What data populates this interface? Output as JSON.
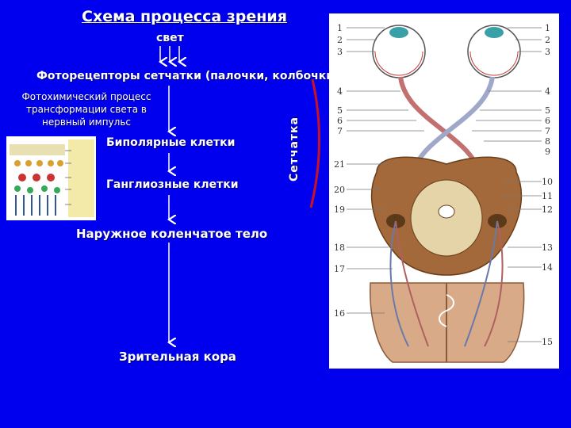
{
  "title": "Схема процесса зрения",
  "steps": {
    "light": "свет",
    "photoreceptors": "Фоторецепторы сетчатки (палочки, колбочки)",
    "photochemical": "Фотохимический процесс трансформации света в нервный импульс",
    "bipolar": "Биполярные клетки",
    "ganglion": "Ганглиозные клетки",
    "lgn": "Наружное коленчатое тело",
    "cortex": "Зрительная кора"
  },
  "retina_label": "Сетчатка",
  "anatomy_numbers": {
    "left": [
      "1",
      "2",
      "3",
      "4",
      "5",
      "6",
      "7",
      "21",
      "20",
      "19",
      "18",
      "17",
      "16"
    ],
    "right": [
      "1",
      "2",
      "3",
      "4",
      "5",
      "6",
      "7",
      "8",
      "9",
      "10",
      "11",
      "12",
      "13",
      "14",
      "15"
    ]
  },
  "colors": {
    "background": "#0000ee",
    "bracket": "#cc1122",
    "text": "#ffffff"
  }
}
